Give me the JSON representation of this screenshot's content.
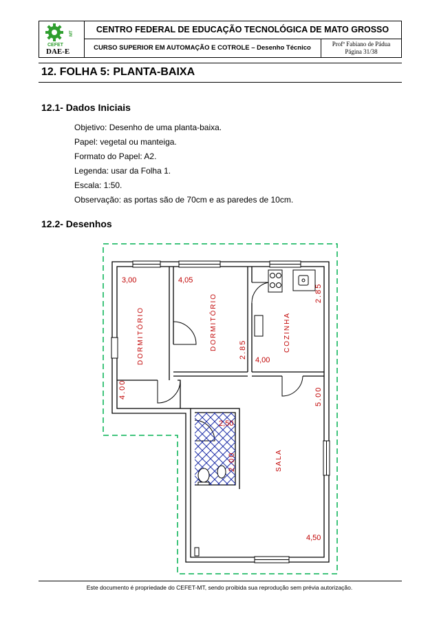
{
  "header": {
    "institution": "CENTRO FEDERAL DE EDUCAÇÃO TECNOLÓGICA DE MATO GROSSO",
    "course": "CURSO SUPERIOR EM AUTOMAÇÃO E COTROLE – Desenho Técnico",
    "professor": "Profº Fabiano de Pádua",
    "page": "Página 31/38",
    "logo_text": "CEFET",
    "logo_sub": "MT",
    "dept": "DAE-E"
  },
  "section_title": "12. FOLHA 5: PLANTA-BAIXA",
  "subsection_1": {
    "title": "12.1- Dados Iniciais",
    "lines": [
      "Objetivo: Desenho de uma planta-baixa.",
      "Papel: vegetal ou manteiga.",
      "Formato do Papel: A2.",
      "Legenda: usar da Folha 1.",
      "Escala: 1:50.",
      "Observação: as portas são de 70cm e as paredes de 10cm."
    ]
  },
  "subsection_2": {
    "title": "12.2- Desenhos"
  },
  "plan": {
    "rooms": {
      "dorm1": "DORMITÓRIO",
      "dorm2": "DORMITÓRIO",
      "kitchen": "COZINHA",
      "living": "SALA"
    },
    "dimensions": {
      "d1_width": "3,00",
      "d1_depth": "4.00",
      "d2_width": "4,05",
      "d2_depth": "2.85",
      "k_depth": "2.85",
      "k_width": "4,00",
      "living_depth": "5.00",
      "bath_width": "2,50",
      "bath_depth": "2.00",
      "living_width": "4,50"
    },
    "colors": {
      "walls": "#000000",
      "dims": "#c00000",
      "bath_tile": "#1e2fa8",
      "dashed_border": "#00b050"
    }
  },
  "footer": "Este documento é propriedade do CEFET-MT, sendo proibida sua reprodução sem prévia autorização."
}
